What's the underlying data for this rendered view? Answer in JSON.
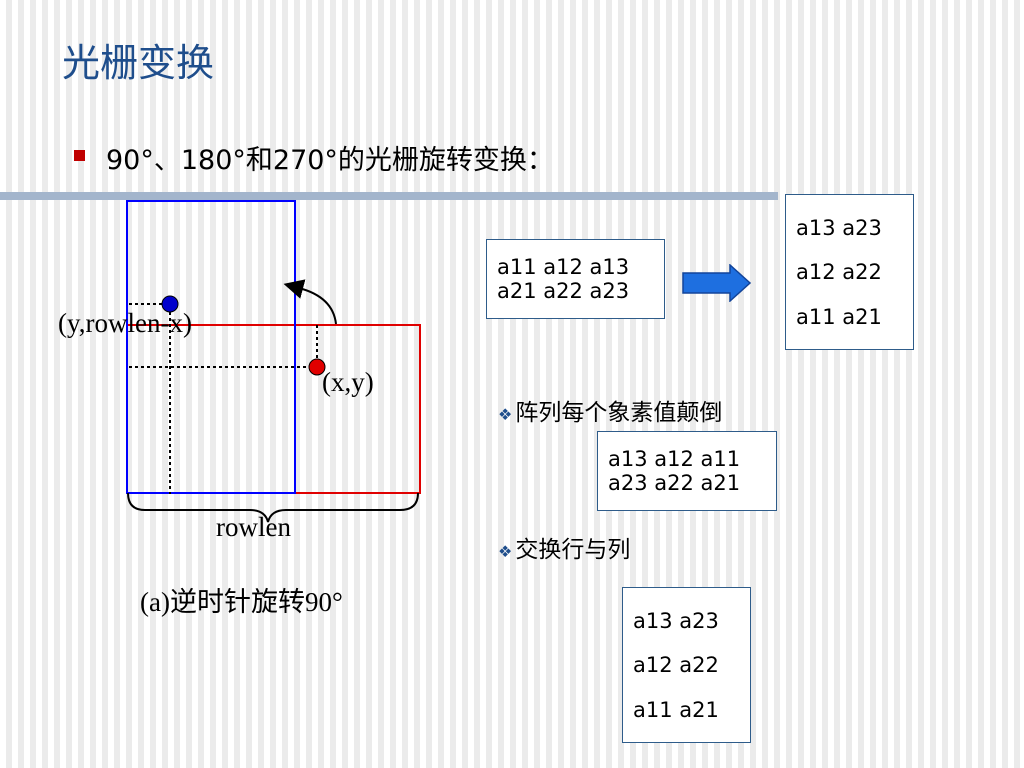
{
  "slide": {
    "title": "光栅变换",
    "bullet": "90°、180°和270°的光栅旋转变换："
  },
  "diagram": {
    "label_rotated_point": "(y,rowlen-x)",
    "label_point": "(x,y)",
    "label_width": "rowlen",
    "caption": "(a)逆时针旋转90°"
  },
  "matrices": {
    "original": [
      "a11  a12  a13",
      "a21  a22  a23"
    ],
    "result_top": [
      "a13  a23",
      "a12  a22",
      "a11  a21"
    ],
    "reversed": [
      "a13  a12  a11",
      "a23  a22  a21"
    ],
    "result_bottom": [
      "a13  a23",
      "a12  a22",
      "a11  a21"
    ]
  },
  "steps": {
    "step1": "阵列每个象素值颠倒",
    "step2": "交换行与列"
  },
  "colors": {
    "title": "#1f4e8c",
    "rotated_rect": "#0000ff",
    "original_rect": "#e00000",
    "arrow": "#1e6fe0",
    "bullet": "#c00000"
  }
}
